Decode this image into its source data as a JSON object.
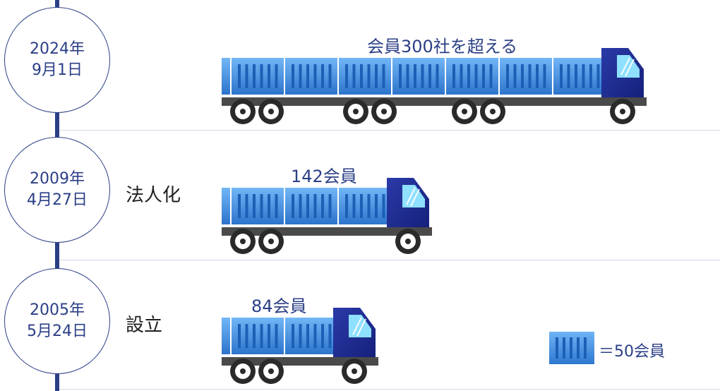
{
  "timeline": [
    {
      "date_line1": "2024年",
      "date_line2": "9月1日",
      "event": "",
      "truck_label": "会員300社を超える",
      "containers": 7
    },
    {
      "date_line1": "2009年",
      "date_line2": "4月27日",
      "event": "法人化",
      "truck_label": "142会員",
      "containers": 3
    },
    {
      "date_line1": "2005年",
      "date_line2": "5月24日",
      "event": "設立",
      "truck_label": "84会員",
      "containers": 2
    }
  ],
  "legend": {
    "text": "＝50会員"
  },
  "colors": {
    "navy": "#2b3f86",
    "container": "#3f8fe0",
    "cab": "#1e2f9a"
  }
}
